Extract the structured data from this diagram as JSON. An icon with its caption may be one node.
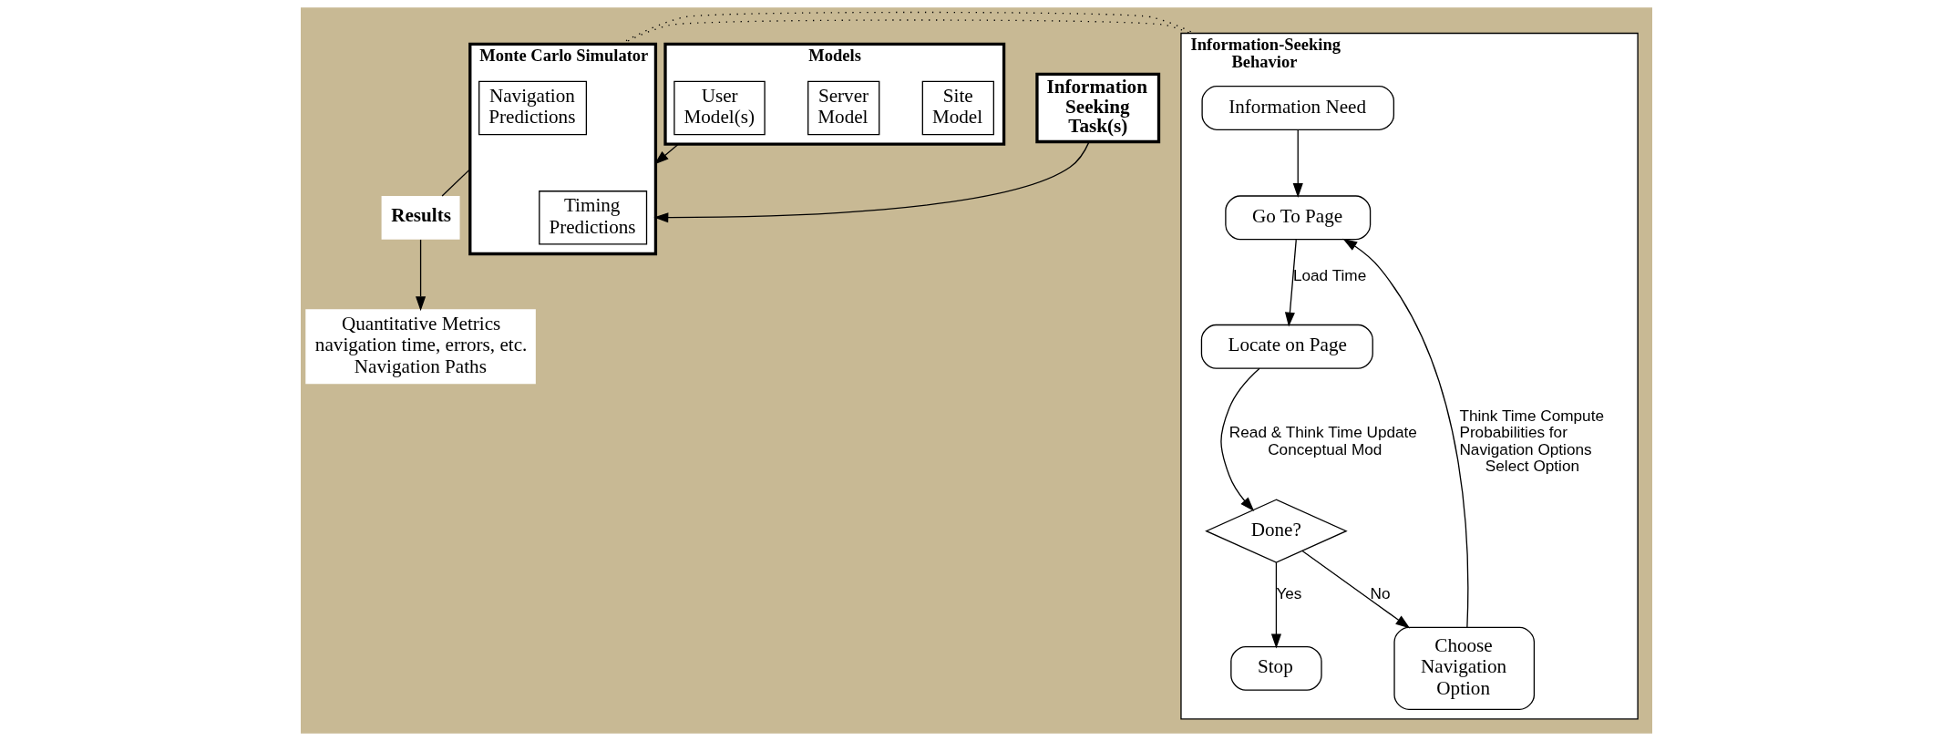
{
  "diagram": {
    "nodes": [
      {
        "text": [
          "Models"
        ]
      },
      {
        "text": [
          "Site Model"
        ],
        "in": 0
      },
      {
        "text": [
          "Server Model"
        ],
        "in": 0
      },
      {
        "text": [
          "User Model(s)"
        ],
        "in": 0
      },
      {
        "text": [
          "Information Seeking Task(s)"
        ]
      },
      {
        "text": [
          "Monte Carlo Simulator"
        ]
      },
      {
        "text": [
          "Timing Predictions"
        ],
        "in": 5
      },
      {
        "text": [
          "Navigation Predictions"
        ],
        "in": 5
      },
      {
        "text": [
          "Results"
        ]
      },
      {
        "text": [
          "Quantitative Metrics",
          "navigation time, errors, etc.",
          "Navigation Paths"
        ]
      },
      {
        "text": [
          "Information-Seeking Behavior"
        ]
      },
      {
        "text": [
          "Information Need"
        ],
        "in": 10
      },
      {
        "text": [
          "Go To Page"
        ],
        "in": 10
      },
      {
        "text": [
          "Locate on Page"
        ],
        "in": 10
      },
      {
        "text": [
          "Choose Navigation Option"
        ],
        "in": 10
      },
      {
        "text": [
          "Done?"
        ],
        "in": 10
      },
      {
        "text": [
          "Stop"
        ],
        "in": 10
      }
    ],
    "edges": [
      {
        "from": 0,
        "to": 5,
        "arrow": "to"
      },
      {
        "from": 4,
        "to": 5,
        "arrow": "to"
      },
      {
        "from": 5,
        "to": 8,
        "arrow": "none"
      },
      {
        "from": 8,
        "to": 9,
        "arrow": "to"
      },
      {
        "from": 5,
        "to": 10,
        "arrow": "none",
        "style": "dashed"
      },
      {
        "from": 5,
        "to": 10,
        "arrow": "none",
        "style": "dashed"
      },
      {
        "from": 11,
        "to": 12,
        "arrow": "to"
      },
      {
        "from": 12,
        "to": 13,
        "arrow": "to",
        "label": "Load Time"
      },
      {
        "from": 13,
        "to": 15,
        "arrow": "to",
        "label": "Read & Think Time Update Conceptual Mod"
      },
      {
        "from": 15,
        "to": 14,
        "arrow": "to",
        "label": "No"
      },
      {
        "from": 14,
        "to": 12,
        "arrow": "to",
        "label": "Think Time Compute Probabilities for Navigation Options Select Option"
      },
      {
        "from": 15,
        "to": 16,
        "arrow": "to",
        "label": "Yes"
      }
    ]
  }
}
